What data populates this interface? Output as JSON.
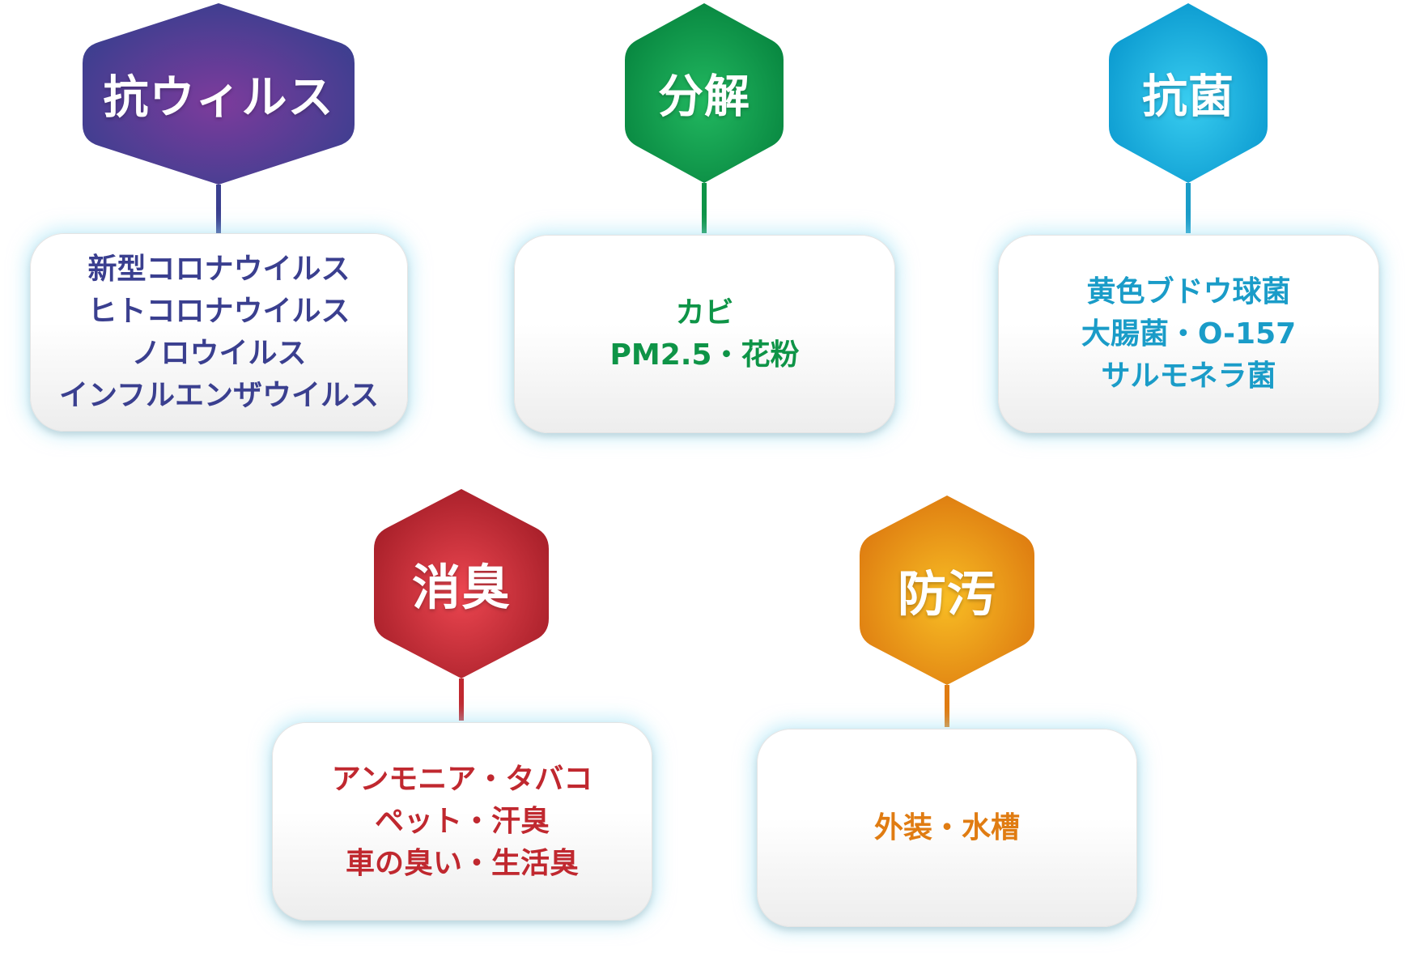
{
  "categories": [
    {
      "id": "antiviral",
      "title": "抗ウィルス",
      "color": "#3a3f8f",
      "gradient": [
        "#7a3a9a",
        "#3a3f8f"
      ],
      "items": [
        "新型コロナウイルス",
        "ヒトコロナウイルス",
        "ノロウイルス",
        "インフルエンザウイルス"
      ]
    },
    {
      "id": "decomposition",
      "title": "分解",
      "color": "#0e9447",
      "gradient": [
        "#1fb25b",
        "#07853f"
      ],
      "items": [
        "カビ",
        "PM2.5・花粉"
      ]
    },
    {
      "id": "antibacterial",
      "title": "抗菌",
      "color": "#1a9cc8",
      "gradient": [
        "#2fc4ea",
        "#0a99cf"
      ],
      "items": [
        "黄色ブドウ球菌",
        "大腸菌・O-157",
        "サルモネラ菌"
      ]
    },
    {
      "id": "deodorize",
      "title": "消臭",
      "color": "#c0282f",
      "gradient": [
        "#e8404a",
        "#a51e28"
      ],
      "items": [
        "アンモニア・タバコ",
        "ペット・汗臭",
        "車の臭い・生活臭"
      ]
    },
    {
      "id": "antifouling",
      "title": "防汚",
      "color": "#e07c12",
      "gradient": [
        "#f7b722",
        "#dd7a10"
      ],
      "items": [
        "外装・水槽"
      ]
    }
  ]
}
